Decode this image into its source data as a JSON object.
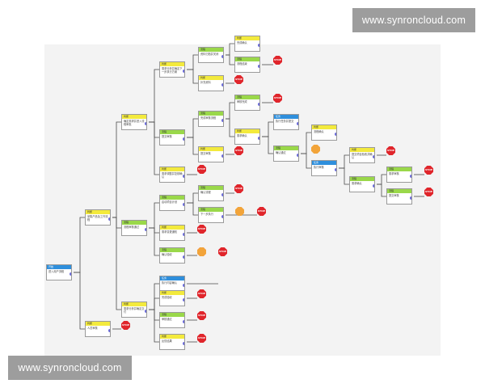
{
  "watermark": {
    "text": "www.synroncloud.com"
  },
  "stop_label": "STOP",
  "nodes": [
    {
      "id": "n0",
      "color": "blue",
      "head": "开始",
      "body": "进入用户流程"
    },
    {
      "id": "n1",
      "color": "yellow",
      "head": "判断",
      "body": "采集产品及工作流程"
    },
    {
      "id": "n2",
      "color": "yellow",
      "head": "判断",
      "body": "人员审核"
    },
    {
      "id": "n3",
      "color": "yellow",
      "head": "判断",
      "body": "确定需求并进入流程审批"
    },
    {
      "id": "n4",
      "color": "green",
      "head": "流程",
      "body": "流程审核通过"
    },
    {
      "id": "n5",
      "color": "yellow",
      "head": "判断",
      "body": "需求分析并确定交付"
    },
    {
      "id": "n6",
      "color": "yellow",
      "head": "判断",
      "body": "需求分析并确定下一步执行方案"
    },
    {
      "id": "n7",
      "color": "green",
      "head": "流程",
      "body": "提交审核"
    },
    {
      "id": "n8",
      "color": "yellow",
      "head": "判断",
      "body": "需求调整并复核确认"
    },
    {
      "id": "n9",
      "color": "green",
      "head": "流程",
      "body": "启动项目计划"
    },
    {
      "id": "n10",
      "color": "yellow",
      "head": "判断",
      "body": "需求变更通知"
    },
    {
      "id": "n11",
      "color": "green",
      "head": "流程",
      "body": "确认验收"
    },
    {
      "id": "n12",
      "color": "blue",
      "head": "任务",
      "body": "执行内容确认"
    },
    {
      "id": "n13",
      "color": "yellow",
      "head": "判断",
      "body": "完成验收"
    },
    {
      "id": "n14",
      "color": "green",
      "head": "流程",
      "body": "审核通过"
    },
    {
      "id": "n15",
      "color": "yellow",
      "head": "判断",
      "body": "反馈结果"
    },
    {
      "id": "n16",
      "color": "green",
      "head": "流程",
      "body": "资料归档并关闭"
    },
    {
      "id": "n17",
      "color": "yellow",
      "head": "判断",
      "body": "补充资料"
    },
    {
      "id": "n18",
      "color": "green",
      "head": "流程",
      "body": "完成审核流程"
    },
    {
      "id": "n19",
      "color": "yellow",
      "head": "判断",
      "body": "提交审核"
    },
    {
      "id": "n20",
      "color": "green",
      "head": "流程",
      "body": "确认流程"
    },
    {
      "id": "n21",
      "color": "green",
      "head": "流程",
      "body": "下一步执行"
    },
    {
      "id": "n22",
      "color": "yellow",
      "head": "判断",
      "body": "完成确认"
    },
    {
      "id": "n23",
      "color": "green",
      "head": "流程",
      "body": "流程结束"
    },
    {
      "id": "n24",
      "color": "green",
      "head": "流程",
      "body": "审核完成"
    },
    {
      "id": "n25",
      "color": "yellow",
      "head": "判断",
      "body": "需求确认"
    },
    {
      "id": "n26",
      "color": "blue",
      "head": "任务",
      "body": "执行任务并提交"
    },
    {
      "id": "n27",
      "color": "green",
      "head": "流程",
      "body": "确认通过"
    },
    {
      "id": "n28",
      "color": "yellow",
      "head": "判断",
      "body": "流程确认"
    },
    {
      "id": "n29",
      "color": "blue",
      "head": "任务",
      "body": "执行审核"
    },
    {
      "id": "n30",
      "color": "yellow",
      "head": "判断",
      "body": "提交项目验收并确认"
    },
    {
      "id": "n31",
      "color": "green",
      "head": "流程",
      "body": "需求确认"
    },
    {
      "id": "n32",
      "color": "green",
      "head": "流程",
      "body": "需求审核"
    },
    {
      "id": "n33",
      "color": "green",
      "head": "流程",
      "body": "提交审核"
    },
    {
      "id": "n34",
      "color": "green",
      "head": "流程",
      "body": "确认需求并提交"
    }
  ]
}
